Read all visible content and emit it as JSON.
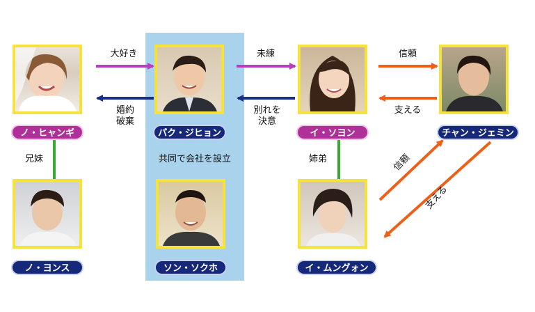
{
  "people": {
    "hyangi": {
      "name": "ノ・ヒャンギ"
    },
    "jihyon": {
      "name": "パク・ジヒョン"
    },
    "soyon": {
      "name": "イ・ソヨン"
    },
    "jemin": {
      "name": "チャン・ジェミン"
    },
    "yonsu": {
      "name": "ノ・ヨンス"
    },
    "sokuho": {
      "name": "ソン・ソクホ"
    },
    "mungon": {
      "name": "イ・ムングォン"
    }
  },
  "relations": {
    "daisuki": "大好き",
    "konyaku_line1": "婚約",
    "konyaku_line2": "破棄",
    "miren": "未練",
    "wakare_line1": "別れを",
    "wakare_line2": "決意",
    "shinrai_top": "信頼",
    "sasaeru_top": "支える",
    "kyodai": "兄妹",
    "kyodo": "共同で会社を設立",
    "shitei": "姉弟",
    "shinrai_diag": "信頼",
    "sasaeru_diag": "支える"
  },
  "colors": {
    "purple_arrow": "#b43fc0",
    "navy_arrow": "#1a2f86",
    "orange_arrow": "#ee6018",
    "green_line": "#3aaa35",
    "photo_frame": "#f6e23c",
    "panel": "#a9d3ec"
  }
}
